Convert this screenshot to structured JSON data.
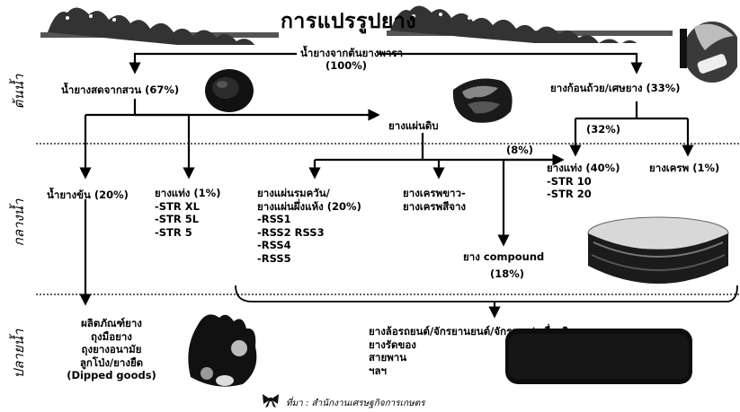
{
  "title": "การแปรรูปยาง",
  "stages": {
    "upstream": "ต้นน้ำ",
    "midstream": "กลางน้ำ",
    "downstream": "ปลายน้ำ"
  },
  "nodes": {
    "latex_source": "น้ำยางจากต้นยางพารา",
    "latex_source_pct": "(100%)",
    "field_latex": "น้ำยางสดจากสวน (67%)",
    "cup_lump": "ยางก้อนถ้วย/เศษยาง (33%)",
    "unsmoked_sheet": "ยางแผ่นดิบ",
    "pct_32": "(32%)",
    "pct_8": "(8%)",
    "concentrated_latex": "น้ำยางข้น (20%)",
    "str_small": {
      "title": "ยางแท่ง (1%)",
      "items": [
        "-STR XL",
        "-STR 5L",
        "-STR 5"
      ]
    },
    "rss": {
      "title_line1": "ยางแผ่นรมควัน/",
      "title_line2": "ยางแผ่นผึ่งแห้ง (20%)",
      "items": [
        "-RSS1",
        "-RSS2 RSS3",
        "-RSS4",
        "-RSS5"
      ]
    },
    "crepe": {
      "line1": "ยางเครพขาว-",
      "line2": "ยางเครพสีจาง"
    },
    "str_large": {
      "title": "ยางแท่ง (40%)",
      "items": [
        "-STR 10",
        "-STR 20"
      ]
    },
    "crepe_brown": "ยางเครพ (1%)",
    "compound": "ยาง compound",
    "compound_pct": "(18%)",
    "dipped": {
      "lines": [
        "ผลิตภัณฑ์ยาง",
        "ถุงมือยาง",
        "ถุงยางอนามัย",
        "ลูกโป่ง/ยางยืด",
        "(Dipped goods)"
      ]
    },
    "tires": {
      "lines": [
        "ยางล้อรถยนต์/จักรยานยนต์/จักรยาน/เครื่องบิน",
        "ยางรัดของ",
        "สายพาน",
        "ฯลฯ"
      ]
    }
  },
  "source": "ที่มา : สำนักงานเศรษฐกิจการเกษตร",
  "icons": [
    "rubber-tree-icon",
    "cup-lump-photo",
    "latex-photo",
    "sheet-photo",
    "bale-photo",
    "gloves-photo",
    "tire-photo",
    "ribbon-icon"
  ]
}
